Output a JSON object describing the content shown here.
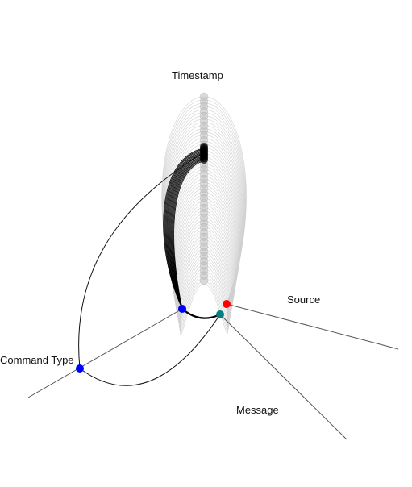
{
  "axes": {
    "timestamp": "Timestamp",
    "source": "Source",
    "command_type": "Command Type",
    "message": "Message"
  },
  "colors": {
    "axis_line": "#555555",
    "node_blue": "#0000ff",
    "node_red": "#ff0000",
    "node_teal": "#008080",
    "fan_gray": "#d0d0d0",
    "highlight": "#000000",
    "stack_gray": "#bdbdbd"
  }
}
